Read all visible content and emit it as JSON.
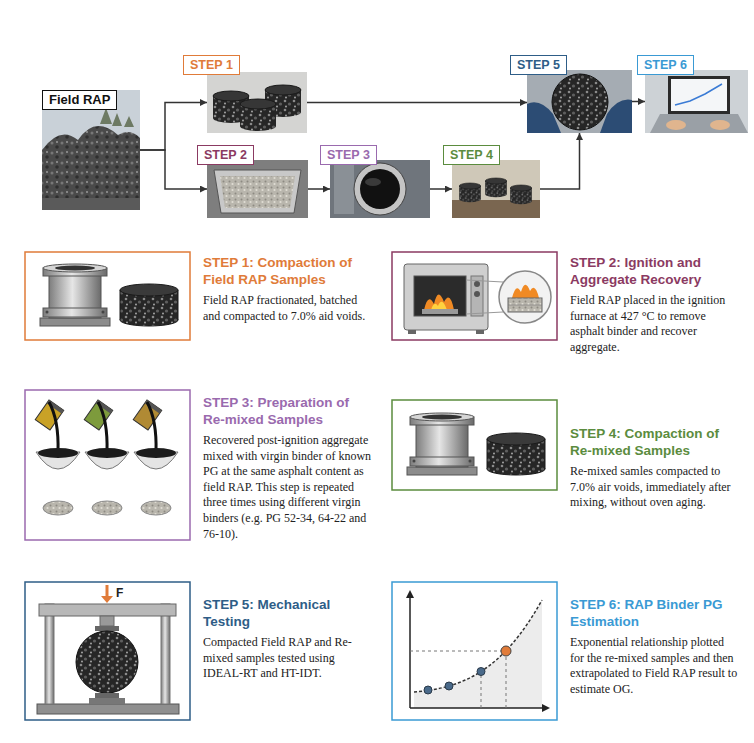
{
  "diagram": {
    "nodes": [
      {
        "text": [
          "Field RAP"
        ]
      },
      {
        "text": [
          "STEP 1"
        ]
      },
      {
        "text": [
          "STEP 2"
        ]
      },
      {
        "text": [
          "STEP 3"
        ]
      },
      {
        "text": [
          "STEP 4"
        ]
      },
      {
        "text": [
          "STEP 5"
        ]
      },
      {
        "text": [
          "STEP 6"
        ]
      },
      {
        "text": [
          "STEP 1: Compaction of Field RAP Samples",
          "Field RAP fractionated, batched and compacted to 7.0% aid voids."
        ]
      },
      {
        "text": [
          "STEP 2: Ignition and Aggregate Recovery",
          "Field RAP placed in the ignition furnace at 427 °C to remove asphalt binder and recover aggregate."
        ]
      },
      {
        "text": [
          "STEP 3: Preparation of Re-mixed Samples",
          "Recovered post-ignition aggregate mixed with virgin binder of known PG at the same asphalt content as field RAP. This step is repeated three times using different virgin binders (e.g. PG 52-34, 64-22 and 76-10)."
        ]
      },
      {
        "text": [
          "STEP 4: Compaction of Re-mixed Samples",
          "Re-mixed samles compacted to 7.0% air voids, immediately after mixing, without oven aging."
        ]
      },
      {
        "text": [
          "STEP 5: Mechanical Testing",
          "Compacted Field RAP and Re-mixed samples tested using IDEAL-RT and HT-IDT."
        ]
      },
      {
        "text": [
          "STEP 6: RAP Binder PG Estimation",
          "Exponential relationship plotted for the re-mixed samples and then extrapolated to Field RAP result to estimate OG."
        ]
      }
    ],
    "edges": [
      {
        "from": 0,
        "to": 1,
        "arrow": "to"
      },
      {
        "from": 0,
        "to": 2,
        "arrow": "to"
      },
      {
        "from": 1,
        "to": 5,
        "arrow": "to"
      },
      {
        "from": 2,
        "to": 3,
        "arrow": "to"
      },
      {
        "from": 3,
        "to": 4,
        "arrow": "to"
      },
      {
        "from": 4,
        "to": 5,
        "arrow": "to"
      },
      {
        "from": 5,
        "to": 6,
        "arrow": "to"
      }
    ],
    "labels": [
      "F"
    ]
  }
}
